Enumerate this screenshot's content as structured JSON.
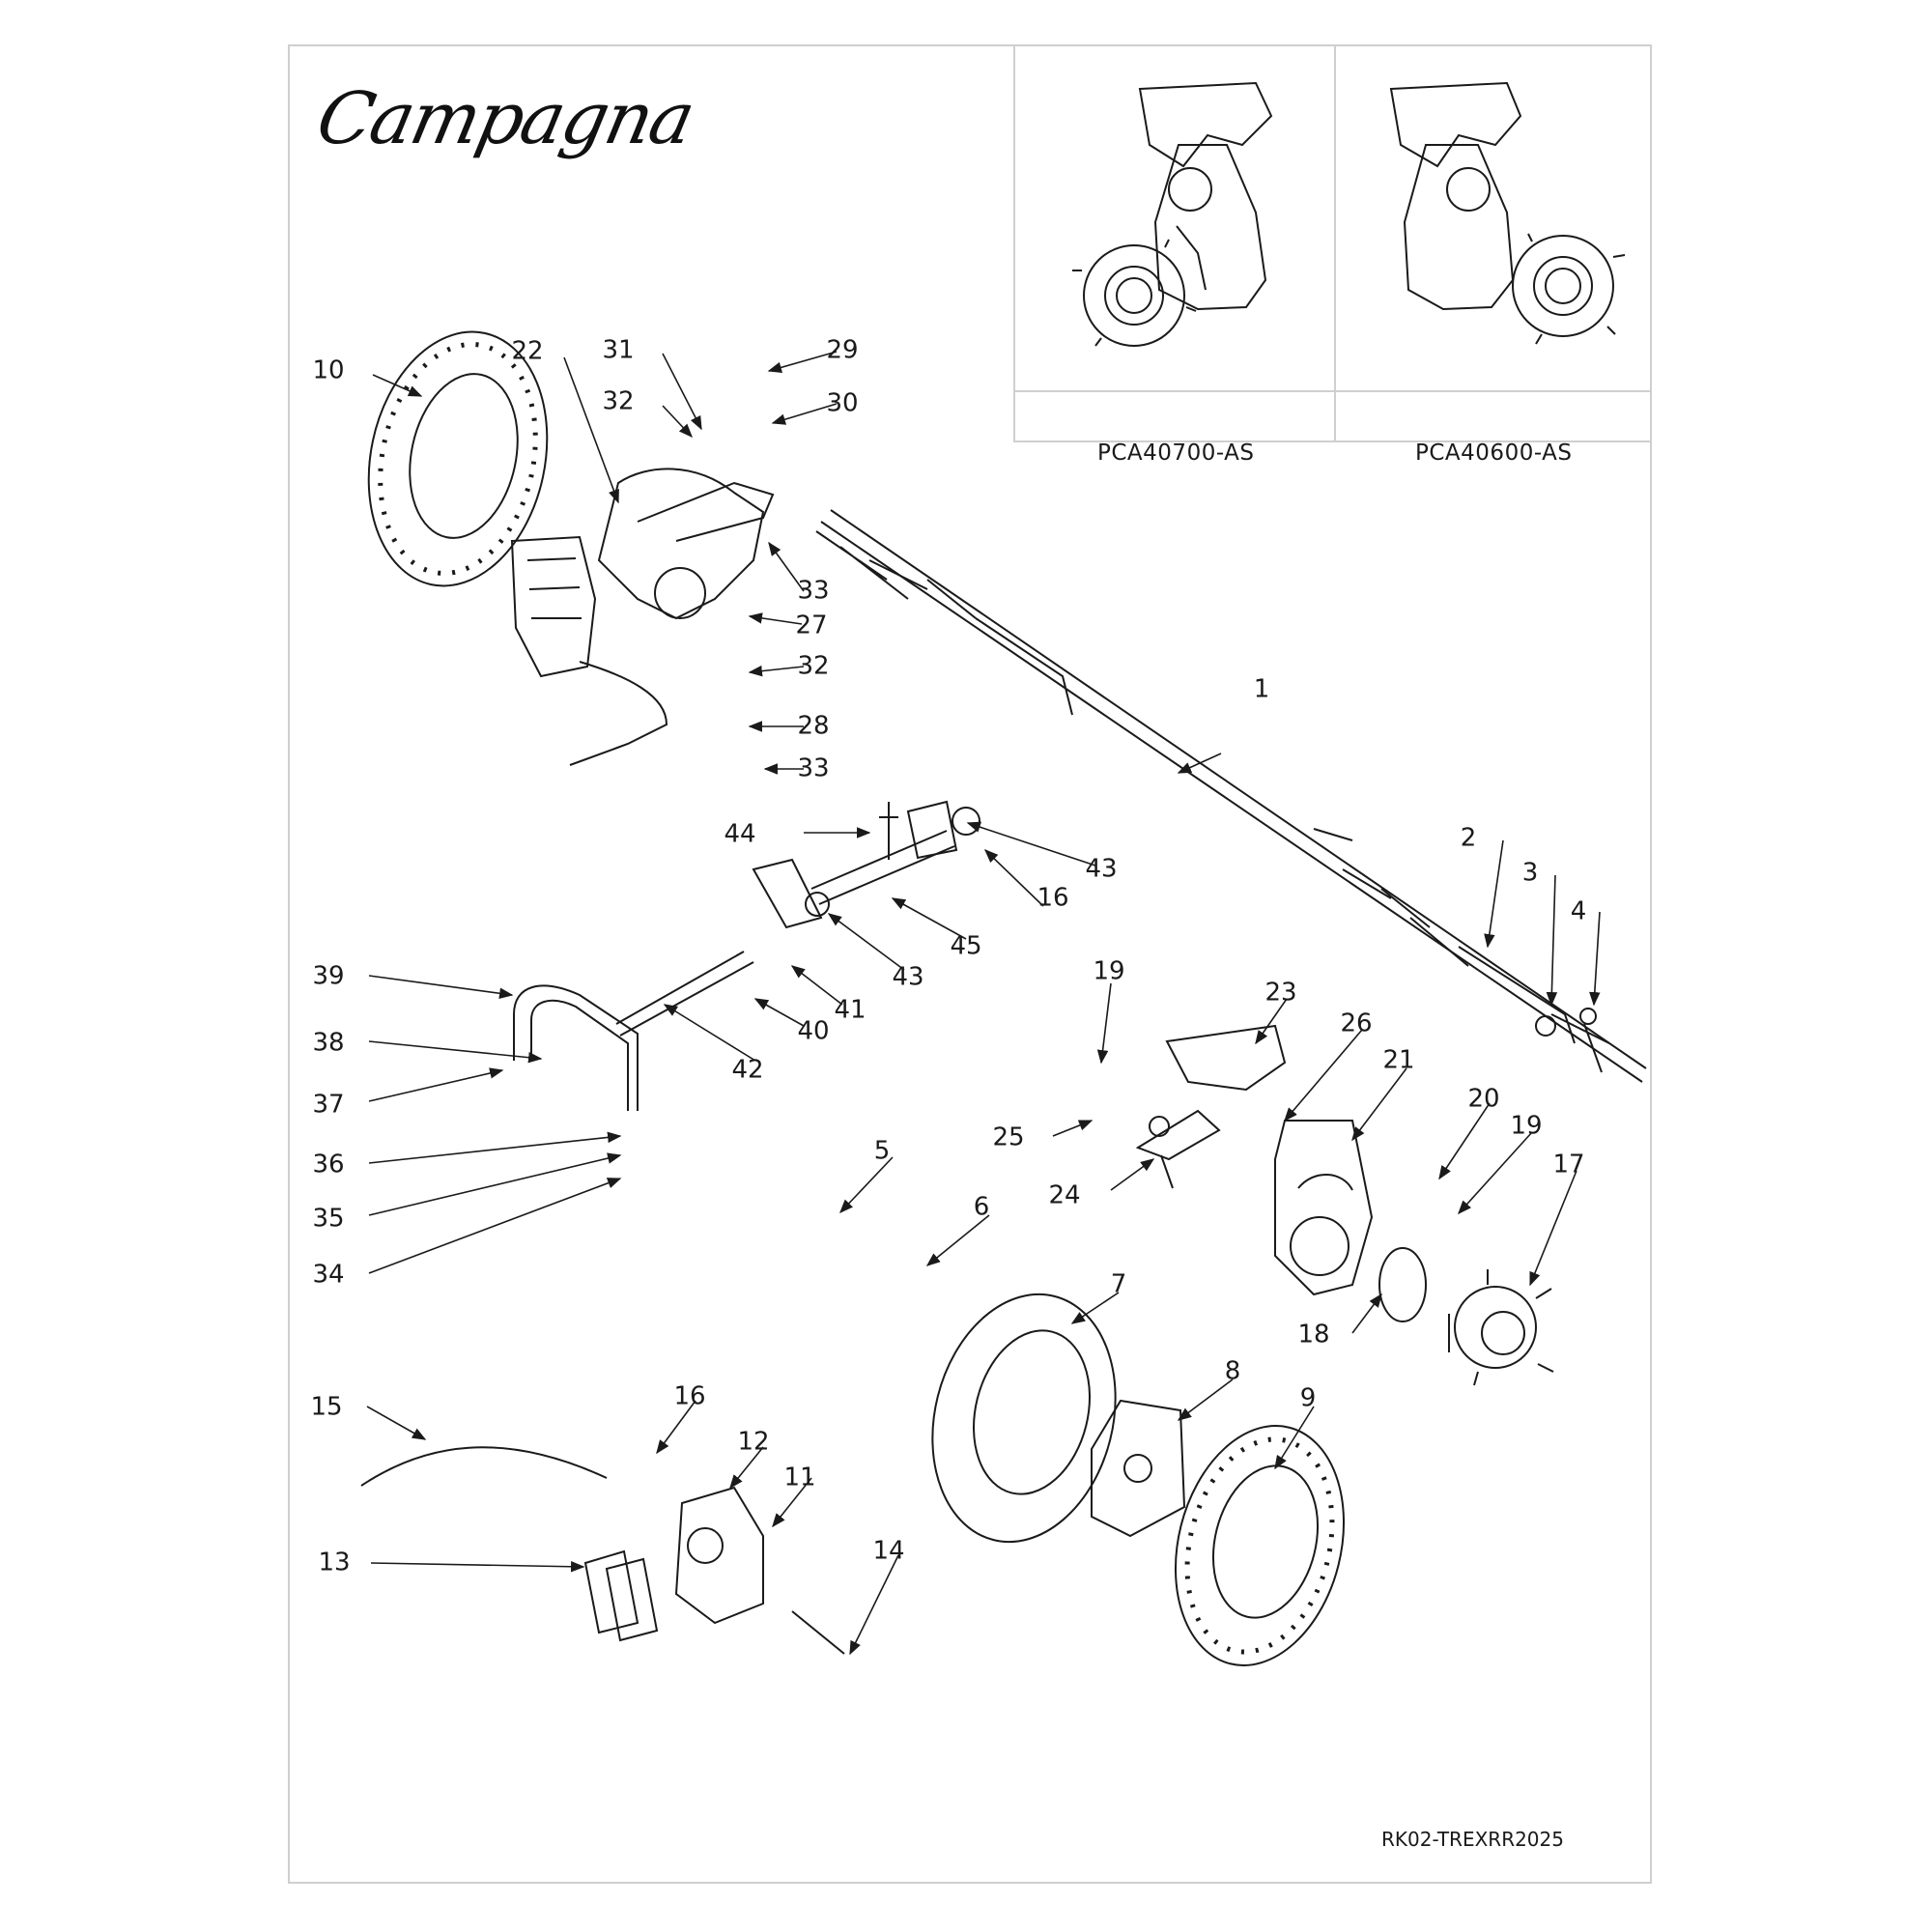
{
  "brand": {
    "logo_text": "Campagna"
  },
  "reference_parts": [
    {
      "code": "PCA40700-AS",
      "icon": "knuckle-hub-assembly-left-icon"
    },
    {
      "code": "PCA40600-AS",
      "icon": "knuckle-hub-assembly-right-icon"
    }
  ],
  "document_number": "RK02-TREXRR2025",
  "callouts": [
    "1",
    "2",
    "3",
    "4",
    "5",
    "6",
    "7",
    "8",
    "9",
    "10",
    "11",
    "12",
    "13",
    "14",
    "15",
    "16",
    "16",
    "17",
    "18",
    "19",
    "19",
    "20",
    "21",
    "22",
    "23",
    "24",
    "25",
    "26",
    "27",
    "28",
    "29",
    "30",
    "31",
    "32",
    "32",
    "33",
    "33",
    "34",
    "35",
    "36",
    "37",
    "38",
    "39",
    "40",
    "41",
    "42",
    "43",
    "43",
    "44",
    "45"
  ],
  "colors": {
    "line": "#1a1a1a",
    "frame": "#cfcfcf",
    "background": "#ffffff"
  }
}
